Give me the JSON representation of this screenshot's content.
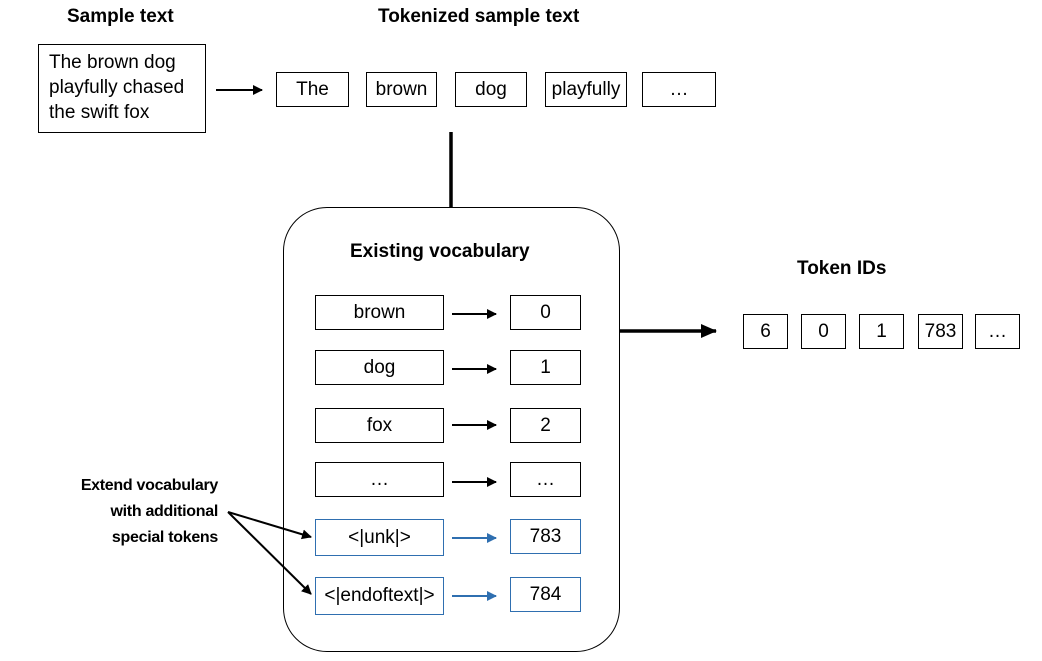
{
  "headings": {
    "sample_text": "Sample text",
    "tokenized": "Tokenized sample text",
    "vocabulary": "Existing vocabulary",
    "token_ids": "Token IDs"
  },
  "sample_lines": [
    "The brown dog",
    "playfully chased",
    "the swift fox"
  ],
  "tokens": [
    "The",
    "brown",
    "dog",
    "playfully",
    "…"
  ],
  "vocabulary": [
    {
      "token": "brown",
      "id": "0"
    },
    {
      "token": "dog",
      "id": "1"
    },
    {
      "token": "fox",
      "id": "2"
    },
    {
      "token": "…",
      "id": "…"
    }
  ],
  "special_tokens": [
    {
      "token": "<|unk|>",
      "id": "783"
    },
    {
      "token": "<|endoftext|>",
      "id": "784"
    }
  ],
  "token_ids": [
    "6",
    "0",
    "1",
    "783",
    "…"
  ],
  "note_lines": [
    "Extend vocabulary",
    "with additional",
    "special tokens"
  ],
  "colors": {
    "special": "#2f6fb0",
    "stroke": "#000000"
  }
}
